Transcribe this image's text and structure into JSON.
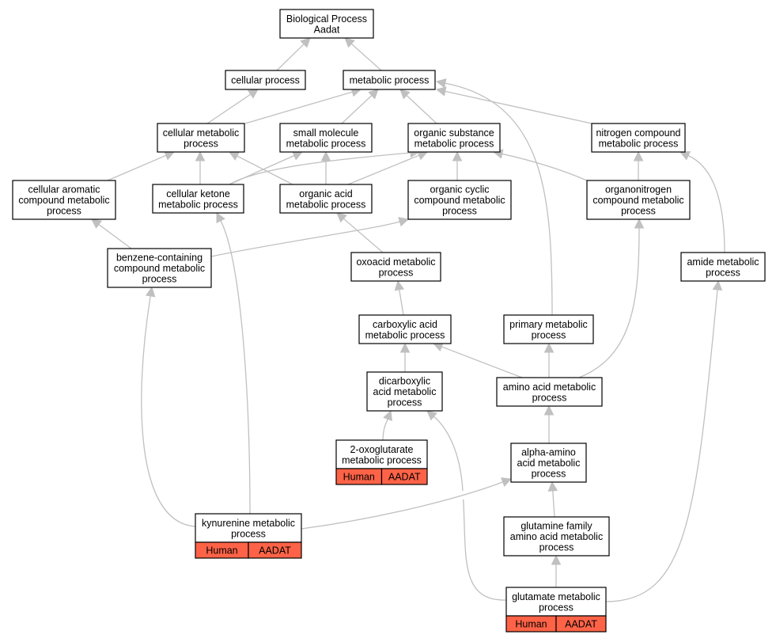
{
  "nodes": {
    "root": [
      "Biological Process",
      "Aadat"
    ],
    "cellular_process": [
      "cellular process"
    ],
    "metabolic_process": [
      "metabolic process"
    ],
    "cellular_metabolic": [
      "cellular metabolic",
      "process"
    ],
    "small_molecule": [
      "small molecule",
      "metabolic process"
    ],
    "organic_substance": [
      "organic substance",
      "metabolic process"
    ],
    "nitrogen_compound": [
      "nitrogen compound",
      "metabolic process"
    ],
    "cellular_aromatic": [
      "cellular aromatic",
      "compound metabolic",
      "process"
    ],
    "cellular_ketone": [
      "cellular ketone",
      "metabolic process"
    ],
    "organic_acid": [
      "organic acid",
      "metabolic process"
    ],
    "organic_cyclic": [
      "organic cyclic",
      "compound metabolic",
      "process"
    ],
    "organonitrogen": [
      "organonitrogen",
      "compound metabolic",
      "process"
    ],
    "benzene_containing": [
      "benzene-containing",
      "compound metabolic",
      "process"
    ],
    "oxoacid": [
      "oxoacid metabolic",
      "process"
    ],
    "amide": [
      "amide metabolic",
      "process"
    ],
    "carboxylic_acid": [
      "carboxylic acid",
      "metabolic process"
    ],
    "primary_metabolic": [
      "primary metabolic",
      "process"
    ],
    "dicarboxylic_acid": [
      "dicarboxylic",
      "acid metabolic",
      "process"
    ],
    "amino_acid": [
      "amino acid metabolic",
      "process"
    ],
    "oxoglutarate": [
      "2-oxoglutarate",
      "metabolic process"
    ],
    "alpha_amino": [
      "alpha-amino",
      "acid metabolic",
      "process"
    ],
    "kynurenine": [
      "kynurenine metabolic",
      "process"
    ],
    "glutamine_family": [
      "glutamine family",
      "amino acid metabolic",
      "process"
    ],
    "glutamate": [
      "glutamate metabolic",
      "process"
    ]
  },
  "annotations": {
    "oxoglutarate": [
      "Human",
      "AADAT"
    ],
    "kynurenine": [
      "Human",
      "AADAT"
    ],
    "glutamate": [
      "Human",
      "AADAT"
    ]
  },
  "colors": {
    "annotation_fill": "#ff6347",
    "edge": "#c0c0c0",
    "border": "#000000"
  }
}
